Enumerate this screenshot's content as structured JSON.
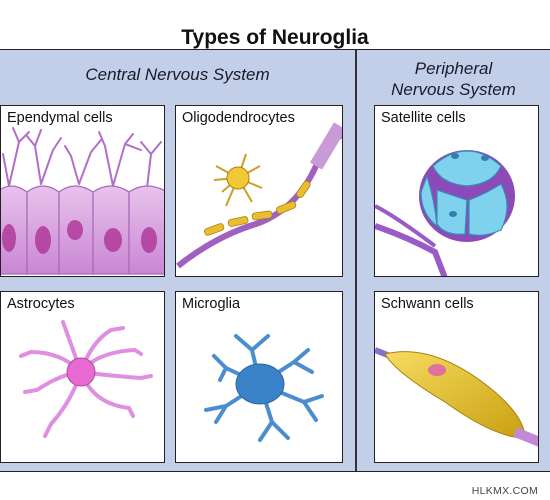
{
  "title": "Types of Neuroglia",
  "sections": {
    "cns": {
      "title": "Central Nervous System"
    },
    "pns": {
      "title_line1": "Peripheral",
      "title_line2": "Nervous System"
    }
  },
  "panels": {
    "ependymal": {
      "label": "Ependymal cells"
    },
    "oligodendrocytes": {
      "label": "Oligodendrocytes"
    },
    "satellite": {
      "label": "Satellite cells"
    },
    "astrocytes": {
      "label": "Astrocytes"
    },
    "microglia": {
      "label": "Microglia"
    },
    "schwann": {
      "label": "Schwann cells"
    }
  },
  "watermark": "HLKMX.COM",
  "colors": {
    "background": "#c3cfe8",
    "ependymal": "#d9a1e0",
    "oligodendrocyte_body": "#e6b820",
    "astrocyte": "#e08ee0",
    "microglia": "#4a90d0",
    "satellite": "#7fd0ec",
    "schwann": "#e8c020"
  }
}
